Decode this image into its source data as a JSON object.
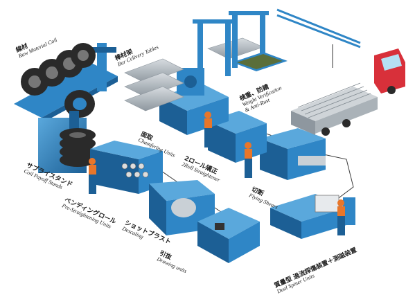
{
  "stations": [
    {
      "id": "raw-coil",
      "jp": "線材",
      "en": "Raw Material Coil"
    },
    {
      "id": "bar-tables",
      "jp": "棒材架",
      "en": "Bar Cellvery Tables"
    },
    {
      "id": "weight",
      "jp": "検重、防錆",
      "en": "Weight Verification",
      "en2": "& Anti-Rust"
    },
    {
      "id": "chamfer",
      "jp": "面取",
      "en": "Chamfering Units"
    },
    {
      "id": "two-roll",
      "jp": "2ロール矯正",
      "en": "2Roll Straightener"
    },
    {
      "id": "payoff",
      "jp": "サプライスタンド",
      "en": "Coil Payoff Stands"
    },
    {
      "id": "pre-straight",
      "jp": "ベンディングロール",
      "en": "Pre-Straightening Units"
    },
    {
      "id": "descale",
      "jp": "ショットブラスト",
      "en": "Descaling"
    },
    {
      "id": "flying",
      "jp": "切断",
      "en": "Flying Shears"
    },
    {
      "id": "drawing",
      "jp": "引抜",
      "en": "Drawing units"
    },
    {
      "id": "spinner",
      "jp": "質量型 過流探傷装置＋測磁装置",
      "en": "Dual Spiner Units"
    }
  ],
  "colors": {
    "machine": "#2f86c6",
    "machine_dark": "#1c5f95",
    "machine_light": "#5aa8dc",
    "grey": "#9aa3ab",
    "truck_red": "#d8303a",
    "coil": "#2a2a2a",
    "worker": "#e8762a"
  }
}
